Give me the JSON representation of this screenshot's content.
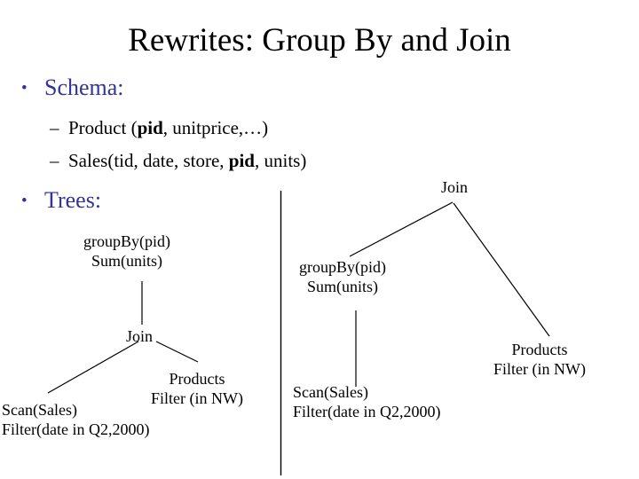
{
  "slide": {
    "title": "Rewrites: Group By and Join",
    "background": "#ffffff",
    "title_color": "#000000",
    "bullet_color": "#333399",
    "text_color": "#000000"
  },
  "bullets": {
    "schema": {
      "marker": "•",
      "label": "Schema:"
    },
    "trees": {
      "marker": "•",
      "label": "Trees:"
    },
    "sub": [
      {
        "marker": "–",
        "pre": "Product (",
        "bold": "pid",
        "post": ", unitprice,…)"
      },
      {
        "marker": "–",
        "pre": "Sales(tid, date, store, ",
        "bold": "pid",
        "post": ", units)"
      }
    ]
  },
  "trees": {
    "left": {
      "root": {
        "line1": "groupBy(pid)",
        "line2": "Sum(units)"
      },
      "join": {
        "label": "Join"
      },
      "left_leaf": {
        "line1": "Scan(Sales)",
        "line2": "Filter(date in Q2,2000)"
      },
      "right_leaf": {
        "line1": "Products",
        "line2": "Filter (in NW)"
      }
    },
    "right": {
      "root": {
        "label": "Join"
      },
      "groupby": {
        "line1": "groupBy(pid)",
        "line2": "Sum(units)"
      },
      "left_leaf": {
        "line1": "Scan(Sales)",
        "line2": "Filter(date in Q2,2000)"
      },
      "right_leaf": {
        "line1": "Products",
        "line2": "Filter (in NW)"
      }
    }
  }
}
